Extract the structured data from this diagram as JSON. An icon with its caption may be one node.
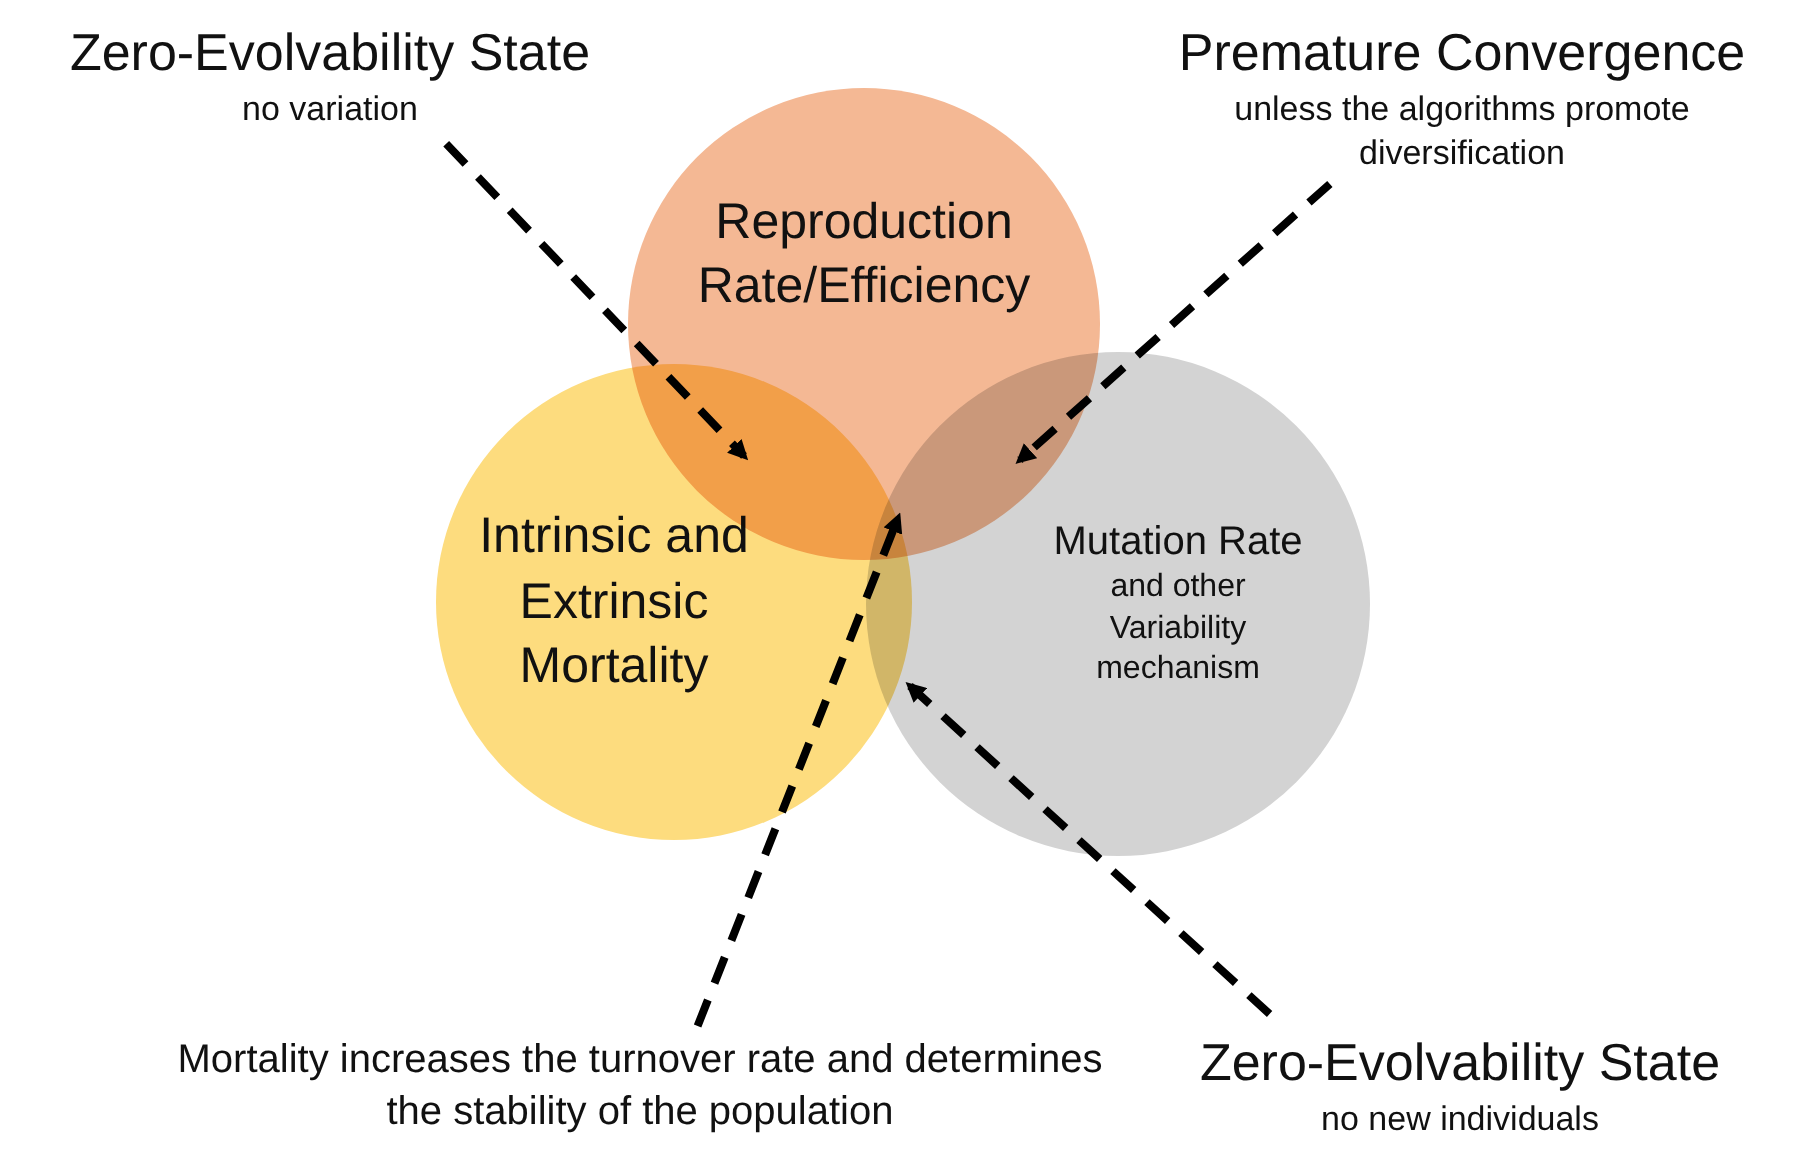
{
  "diagram": {
    "nodes": [
      {
        "text": [
          "Zero-Evolvability State",
          "no variation"
        ]
      },
      {
        "text": [
          "Premature Convergence",
          "unless the algorithms promote diversification"
        ]
      },
      {
        "text": [
          "Reproduction Rate/Efficiency"
        ]
      },
      {
        "text": [
          "Intrinsic and Extrinsic Mortality"
        ]
      },
      {
        "text": [
          "Mutation Rate",
          "and other Variability mechanism"
        ]
      },
      {
        "text": [
          "Mortality increases the turnover rate and determines the stability of the population"
        ]
      },
      {
        "text": [
          "Zero-Evolvability State",
          "no new individuals"
        ]
      }
    ],
    "edges": [
      {
        "from": 0,
        "to": 2,
        "arrow": "to",
        "style": "dashed"
      },
      {
        "from": 1,
        "to": 2,
        "arrow": "to",
        "style": "dashed"
      },
      {
        "from": 5,
        "to": 3,
        "arrow": "to",
        "style": "dashed"
      },
      {
        "from": 6,
        "to": 3,
        "arrow": "to",
        "style": "dashed"
      }
    ]
  }
}
